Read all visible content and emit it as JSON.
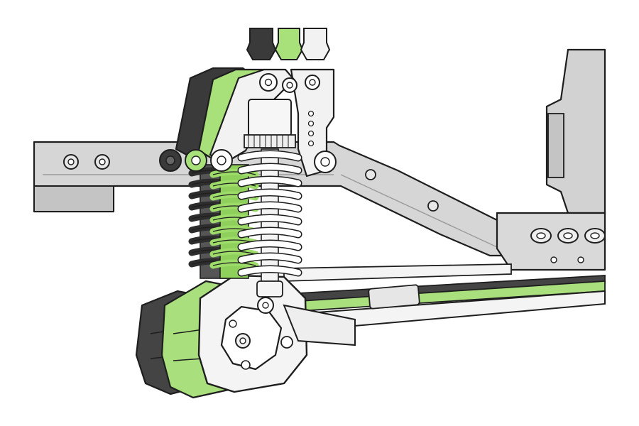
{
  "diagram": {
    "subject": "suspension-link-articulation",
    "positions": [
      {
        "id": "dark",
        "color": "#3a3a3a",
        "spring": "#2d2d2d"
      },
      {
        "id": "green",
        "color": "#a8e07a",
        "spring": "#9ddc68"
      },
      {
        "id": "light",
        "color": "#f2f2f2",
        "spring": "#ffffff"
      }
    ],
    "palette": {
      "outline": "#1e1e1e",
      "frame": "#d6d6d6",
      "frame_shade": "#c4c4c4",
      "gearbox": "#d2d2d2",
      "axle_light": "#f4f4f4",
      "axle_green": "#a9df7c",
      "axle_dark": "#444444"
    }
  }
}
